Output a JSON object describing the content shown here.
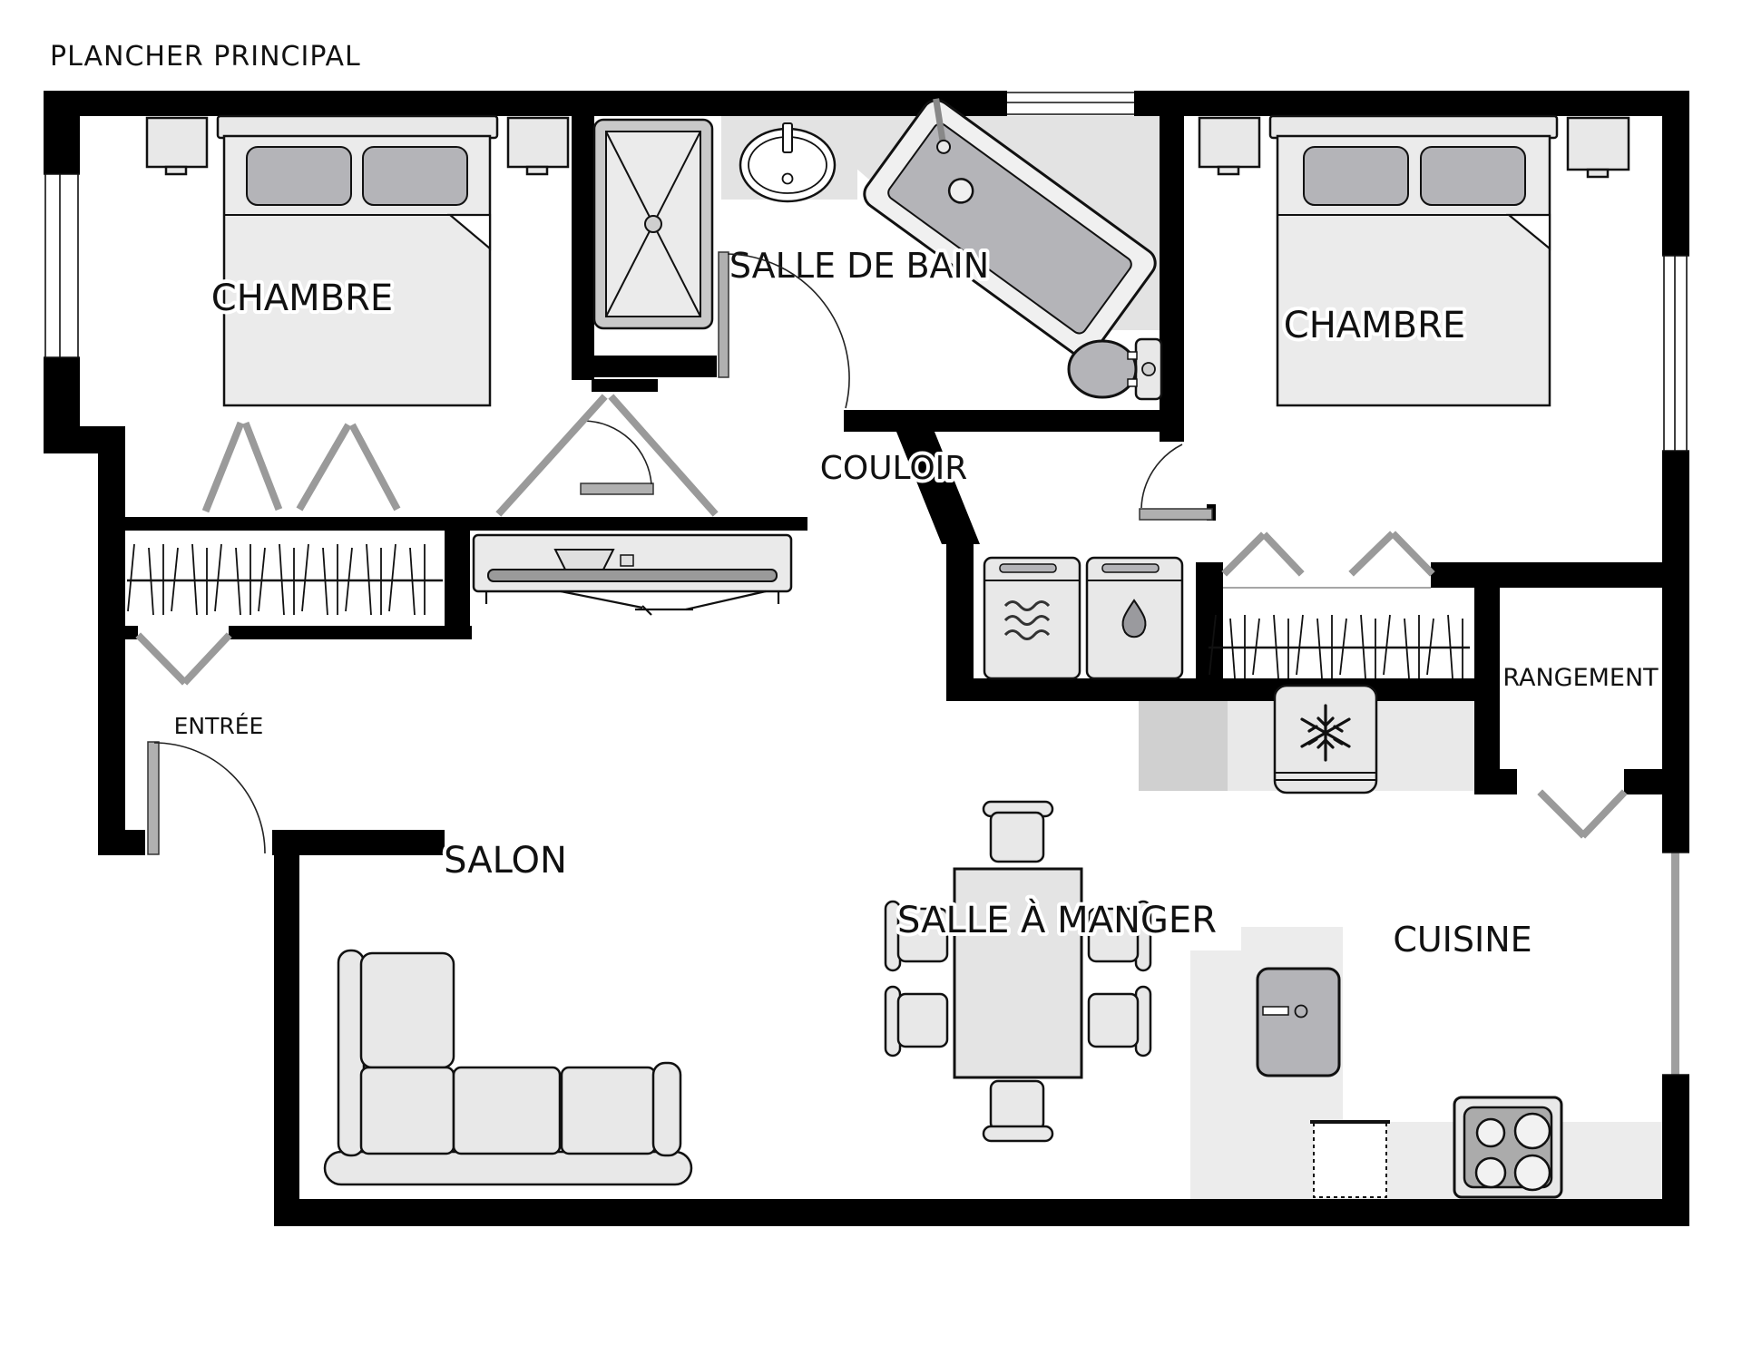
{
  "title": "PLANCHER PRINCIPAL",
  "rooms": {
    "chambre_left": {
      "label": "CHAMBRE"
    },
    "salle_de_bain": {
      "label": "SALLE DE BAIN"
    },
    "chambre_right": {
      "label": "CHAMBRE"
    },
    "couloir": {
      "label": "COULOIR"
    },
    "entree": {
      "label": "ENTRÉE"
    },
    "rangement": {
      "label": "RANGEMENT"
    },
    "salon": {
      "label": "SALON"
    },
    "salle_a_manger": {
      "label": "SALLE À MANGER"
    },
    "cuisine": {
      "label": "CUISINE"
    }
  },
  "icons": {
    "washer": "waves-icon",
    "dryer": "water-drop-icon",
    "fridge": "snowflake-icon",
    "shower": "x-shower-icon",
    "stove": "four-burners-icon"
  },
  "colors": {
    "wall": "#000000",
    "furniture": "#e8e8e8",
    "accent_gray": "#b4b4b8",
    "counter": "#ececec",
    "door_leaf": "#b0b0b0",
    "background": "#ffffff"
  }
}
